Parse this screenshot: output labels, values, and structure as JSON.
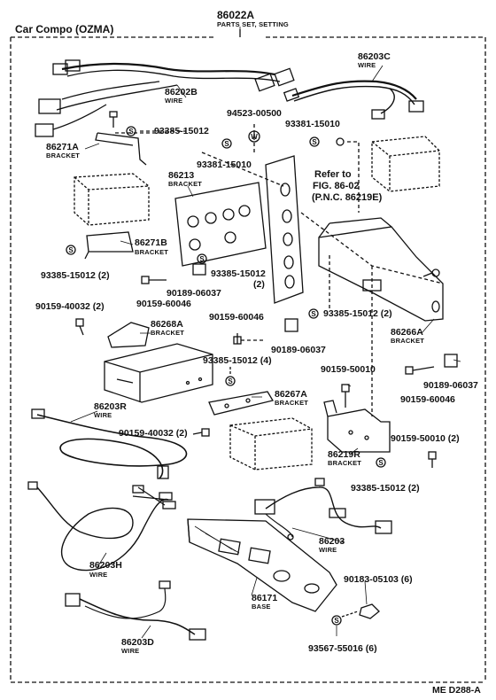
{
  "header": {
    "title": "Car Compo (OZMA)",
    "set_number": "86022A",
    "set_name": "PARTS SET, SETTING"
  },
  "footer": {
    "code": "ME  D288-A"
  },
  "refer": {
    "line1": "Refer to",
    "line2": "FIG. 86-02",
    "line3": "(P.N.C. 86219E)"
  },
  "parts": {
    "p86203c": {
      "number": "86203C",
      "name": "WIRE"
    },
    "p86202b": {
      "number": "86202B",
      "name": "WIRE"
    },
    "p94523": {
      "number": "94523-00500"
    },
    "p93385_a": {
      "number": "93385-15012"
    },
    "p93381_a": {
      "number": "93381-15010"
    },
    "p93381_b": {
      "number": "93381-15010"
    },
    "p86271a": {
      "number": "86271A",
      "name": "BRACKET"
    },
    "p86213": {
      "number": "86213",
      "name": "BRACKET"
    },
    "p86271b": {
      "number": "86271B",
      "name": "BRACKET"
    },
    "p93385_b": {
      "number": "93385-15012 (2)"
    },
    "p93385_c": {
      "number": "93385-15012"
    },
    "p93385_c2": {
      "number": "(2)"
    },
    "p90189_a": {
      "number": "90189-06037"
    },
    "p90159_46a": {
      "number": "90159-60046"
    },
    "p90159_40032a": {
      "number": "90159-40032 (2)"
    },
    "p90159_46b": {
      "number": "90159-60046"
    },
    "p93385_d": {
      "number": "93385-15012 (2)"
    },
    "p86268a": {
      "number": "86268A",
      "name": "BRACKET"
    },
    "p86266a": {
      "number": "86266A",
      "name": "BRACKET"
    },
    "p90189_b": {
      "number": "90189-06037"
    },
    "p93385_e": {
      "number": "93385-15012 (4)"
    },
    "p90159_50010a": {
      "number": "90159-50010"
    },
    "p90189_c": {
      "number": "90189-06037"
    },
    "p90159_46c": {
      "number": "90159-60046"
    },
    "p86203r": {
      "number": "86203R",
      "name": "WIRE"
    },
    "p86267a": {
      "number": "86267A",
      "name": "BRACKET"
    },
    "p90159_40032b": {
      "number": "90159-40032 (2)"
    },
    "p90159_50010b": {
      "number": "90159-50010 (2)"
    },
    "p86219r": {
      "number": "86219R",
      "name": "BRACKET"
    },
    "p93385_f": {
      "number": "93385-15012 (2)"
    },
    "p86203": {
      "number": "86203",
      "name": "WIRE"
    },
    "p86203h": {
      "number": "86203H",
      "name": "WIRE"
    },
    "p86171": {
      "number": "86171",
      "name": "BASE"
    },
    "p90183": {
      "number": "90183-05103 (6)"
    },
    "p86203d": {
      "number": "86203D",
      "name": "WIRE"
    },
    "p93567": {
      "number": "93567-55016 (6)"
    }
  },
  "icons": {
    "washer": "s-washer-icon",
    "nut": "w-nut-icon"
  }
}
